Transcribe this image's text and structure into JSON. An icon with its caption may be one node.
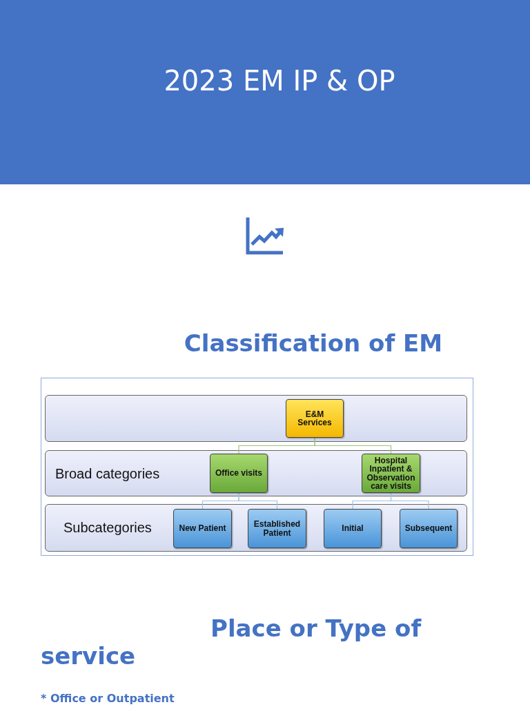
{
  "diagram": {
    "title": "2023 EM IP & OP",
    "nodes": [
      {
        "text": [],
        "shape": "box"
      },
      {
        "text": [
          "Broad categories"
        ]
      },
      {
        "text": [
          "Subcategories"
        ]
      },
      {
        "text": [
          "E&M Services"
        ],
        "in": 0
      },
      {
        "text": [
          "Office visits"
        ],
        "in": 1
      },
      {
        "text": [
          "Hospital Inpatient & Observation care visits"
        ],
        "in": 1
      },
      {
        "text": [
          "New Patient"
        ],
        "in": 2
      },
      {
        "text": [
          "Established Patient"
        ],
        "in": 2
      },
      {
        "text": [
          "Initial"
        ],
        "in": 2
      },
      {
        "text": [
          "Subsequent"
        ],
        "in": 2
      }
    ],
    "edges": [
      {
        "from": 3,
        "to": 4,
        "arrow": "none",
        "color": "#9bc47a"
      },
      {
        "from": 3,
        "to": 5,
        "arrow": "none",
        "color": "#9bc47a"
      },
      {
        "from": 4,
        "to": 6,
        "arrow": "none"
      },
      {
        "from": 4,
        "to": 7,
        "arrow": "none"
      },
      {
        "from": 5,
        "to": 8,
        "arrow": "none"
      },
      {
        "from": 5,
        "to": 9,
        "arrow": "none"
      }
    ],
    "labels": [
      "Classification of EM",
      "Place or Type of service",
      "* Office or Outpatient"
    ]
  }
}
